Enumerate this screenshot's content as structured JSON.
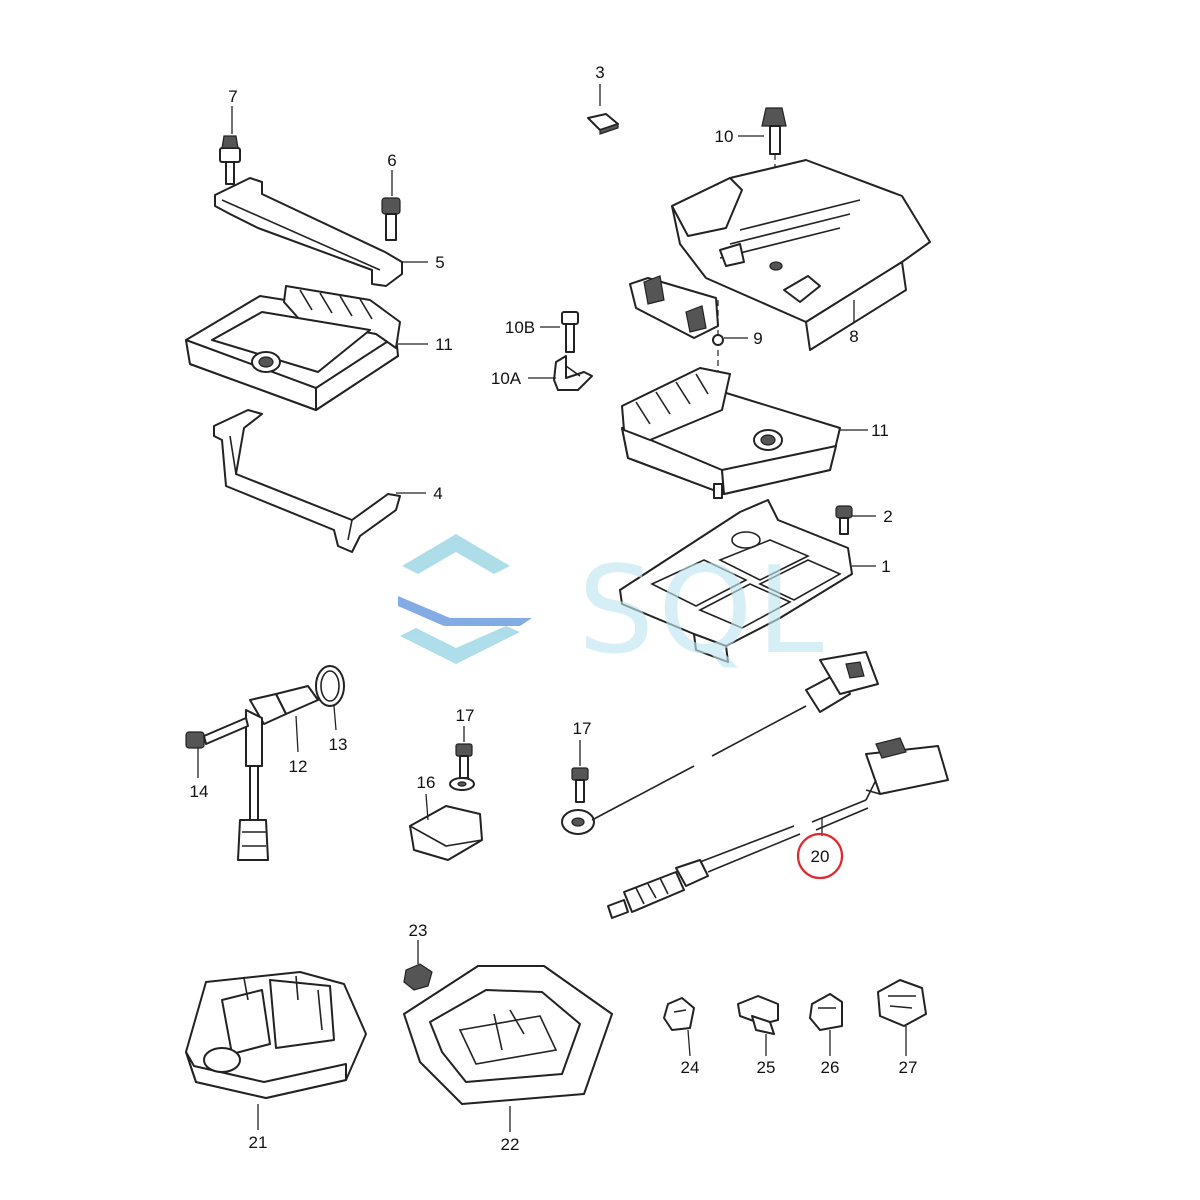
{
  "callouts": [
    {
      "id": "c3",
      "text": "3"
    },
    {
      "id": "c7",
      "text": "7"
    },
    {
      "id": "c6",
      "text": "6"
    },
    {
      "id": "c5",
      "text": "5"
    },
    {
      "id": "c10",
      "text": "10"
    },
    {
      "id": "c10b",
      "text": "10B"
    },
    {
      "id": "c10a",
      "text": "10A"
    },
    {
      "id": "c9",
      "text": "9"
    },
    {
      "id": "c8",
      "text": "8"
    },
    {
      "id": "c11l",
      "text": "11"
    },
    {
      "id": "c11r",
      "text": "11"
    },
    {
      "id": "c4",
      "text": "4"
    },
    {
      "id": "c2",
      "text": "2"
    },
    {
      "id": "c1",
      "text": "1"
    },
    {
      "id": "c13",
      "text": "13"
    },
    {
      "id": "c12",
      "text": "12"
    },
    {
      "id": "c14",
      "text": "14"
    },
    {
      "id": "c17a",
      "text": "17"
    },
    {
      "id": "c16",
      "text": "16"
    },
    {
      "id": "c17b",
      "text": "17"
    },
    {
      "id": "c20",
      "text": "20"
    },
    {
      "id": "c23",
      "text": "23"
    },
    {
      "id": "c21",
      "text": "21"
    },
    {
      "id": "c22",
      "text": "22"
    },
    {
      "id": "c24",
      "text": "24"
    },
    {
      "id": "c25",
      "text": "25"
    },
    {
      "id": "c26",
      "text": "26"
    },
    {
      "id": "c27",
      "text": "27"
    }
  ],
  "highlighted_part": "20",
  "watermark": {
    "text": "SQL"
  },
  "colors": {
    "line": "#222222",
    "highlight": "#e0282e",
    "watermark_light": "#bfe4ef",
    "watermark_blue": "#6f9ee0",
    "watermark_teal": "#9fd8e6"
  }
}
